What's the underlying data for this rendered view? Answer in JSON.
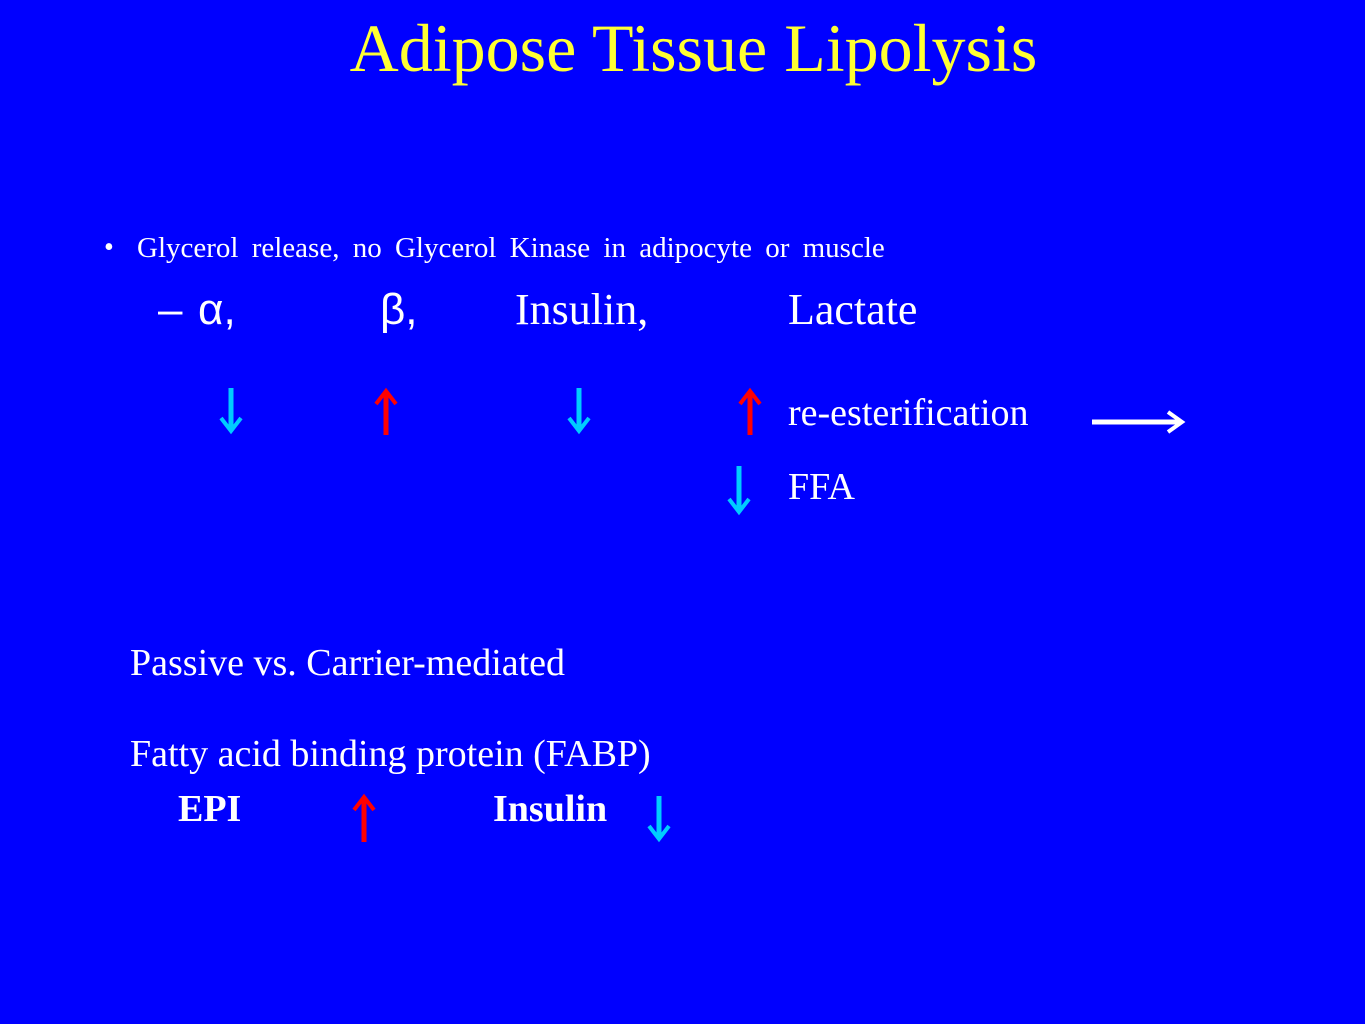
{
  "slide": {
    "title": "Adipose Tissue Lipolysis",
    "bullet": {
      "marker": "•",
      "text": "Glycerol release, no Glycerol Kinase in adipocyte or muscle"
    },
    "sub_bullet": {
      "dash": "–",
      "items": [
        "α,",
        "β,",
        "Insulin,",
        "Lactate"
      ]
    },
    "effect_arrows": [
      {
        "target": "α",
        "direction": "down",
        "color": "#00CCFF"
      },
      {
        "target": "β",
        "direction": "up",
        "color": "#FF0000"
      },
      {
        "target": "Insulin",
        "direction": "down",
        "color": "#00CCFF"
      },
      {
        "target": "Lactate",
        "direction": "up",
        "color": "#FF0000"
      }
    ],
    "re_esterification": "re-esterification",
    "ffa": "FFA",
    "passive_line": "Passive vs. Carrier-mediated",
    "fabp_line": "Fatty acid binding protein (FABP)",
    "epi_label": "EPI",
    "insulin_label": "Insulin",
    "colors": {
      "background": "#0000FF",
      "title": "#FFFF33",
      "text": "#FFFFFF",
      "up_arrow": "#FF0000",
      "down_arrow": "#00CCFF"
    }
  }
}
